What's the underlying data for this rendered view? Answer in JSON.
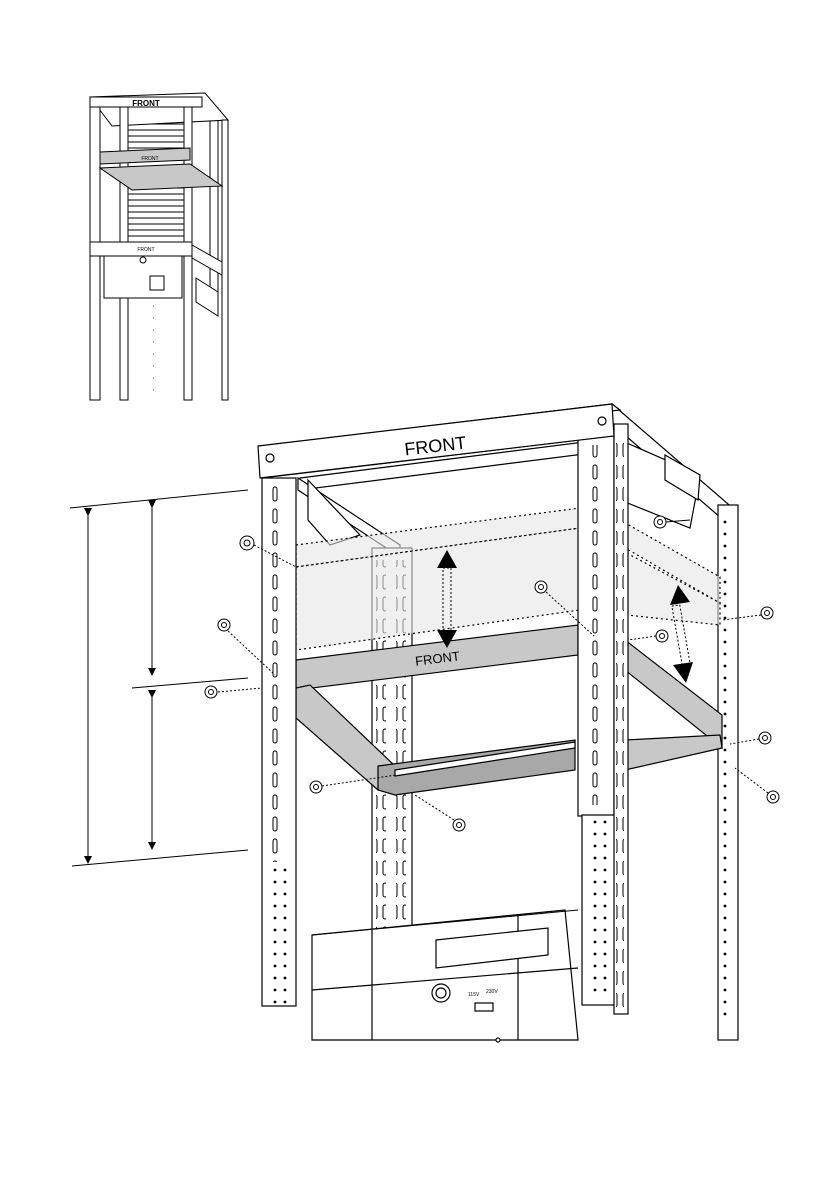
{
  "diagram": {
    "top_bar_label": "FRONT",
    "crossbar_label": "FRONT",
    "thumbnail_top_label": "FRONT",
    "thumbnail_mid_label": "FRONT",
    "thumbnail_low_label": "FRONT",
    "panel_switch_left": "115V",
    "panel_switch_right": "230V"
  },
  "colors": {
    "line": "#000000",
    "fill_light": "#ffffff",
    "fill_grey": "#c8c8c8",
    "fill_dark": "#a8a8a8"
  },
  "icons": [
    "screw-icon",
    "up-down-arrow-icon",
    "dimension-arrow-icon"
  ]
}
